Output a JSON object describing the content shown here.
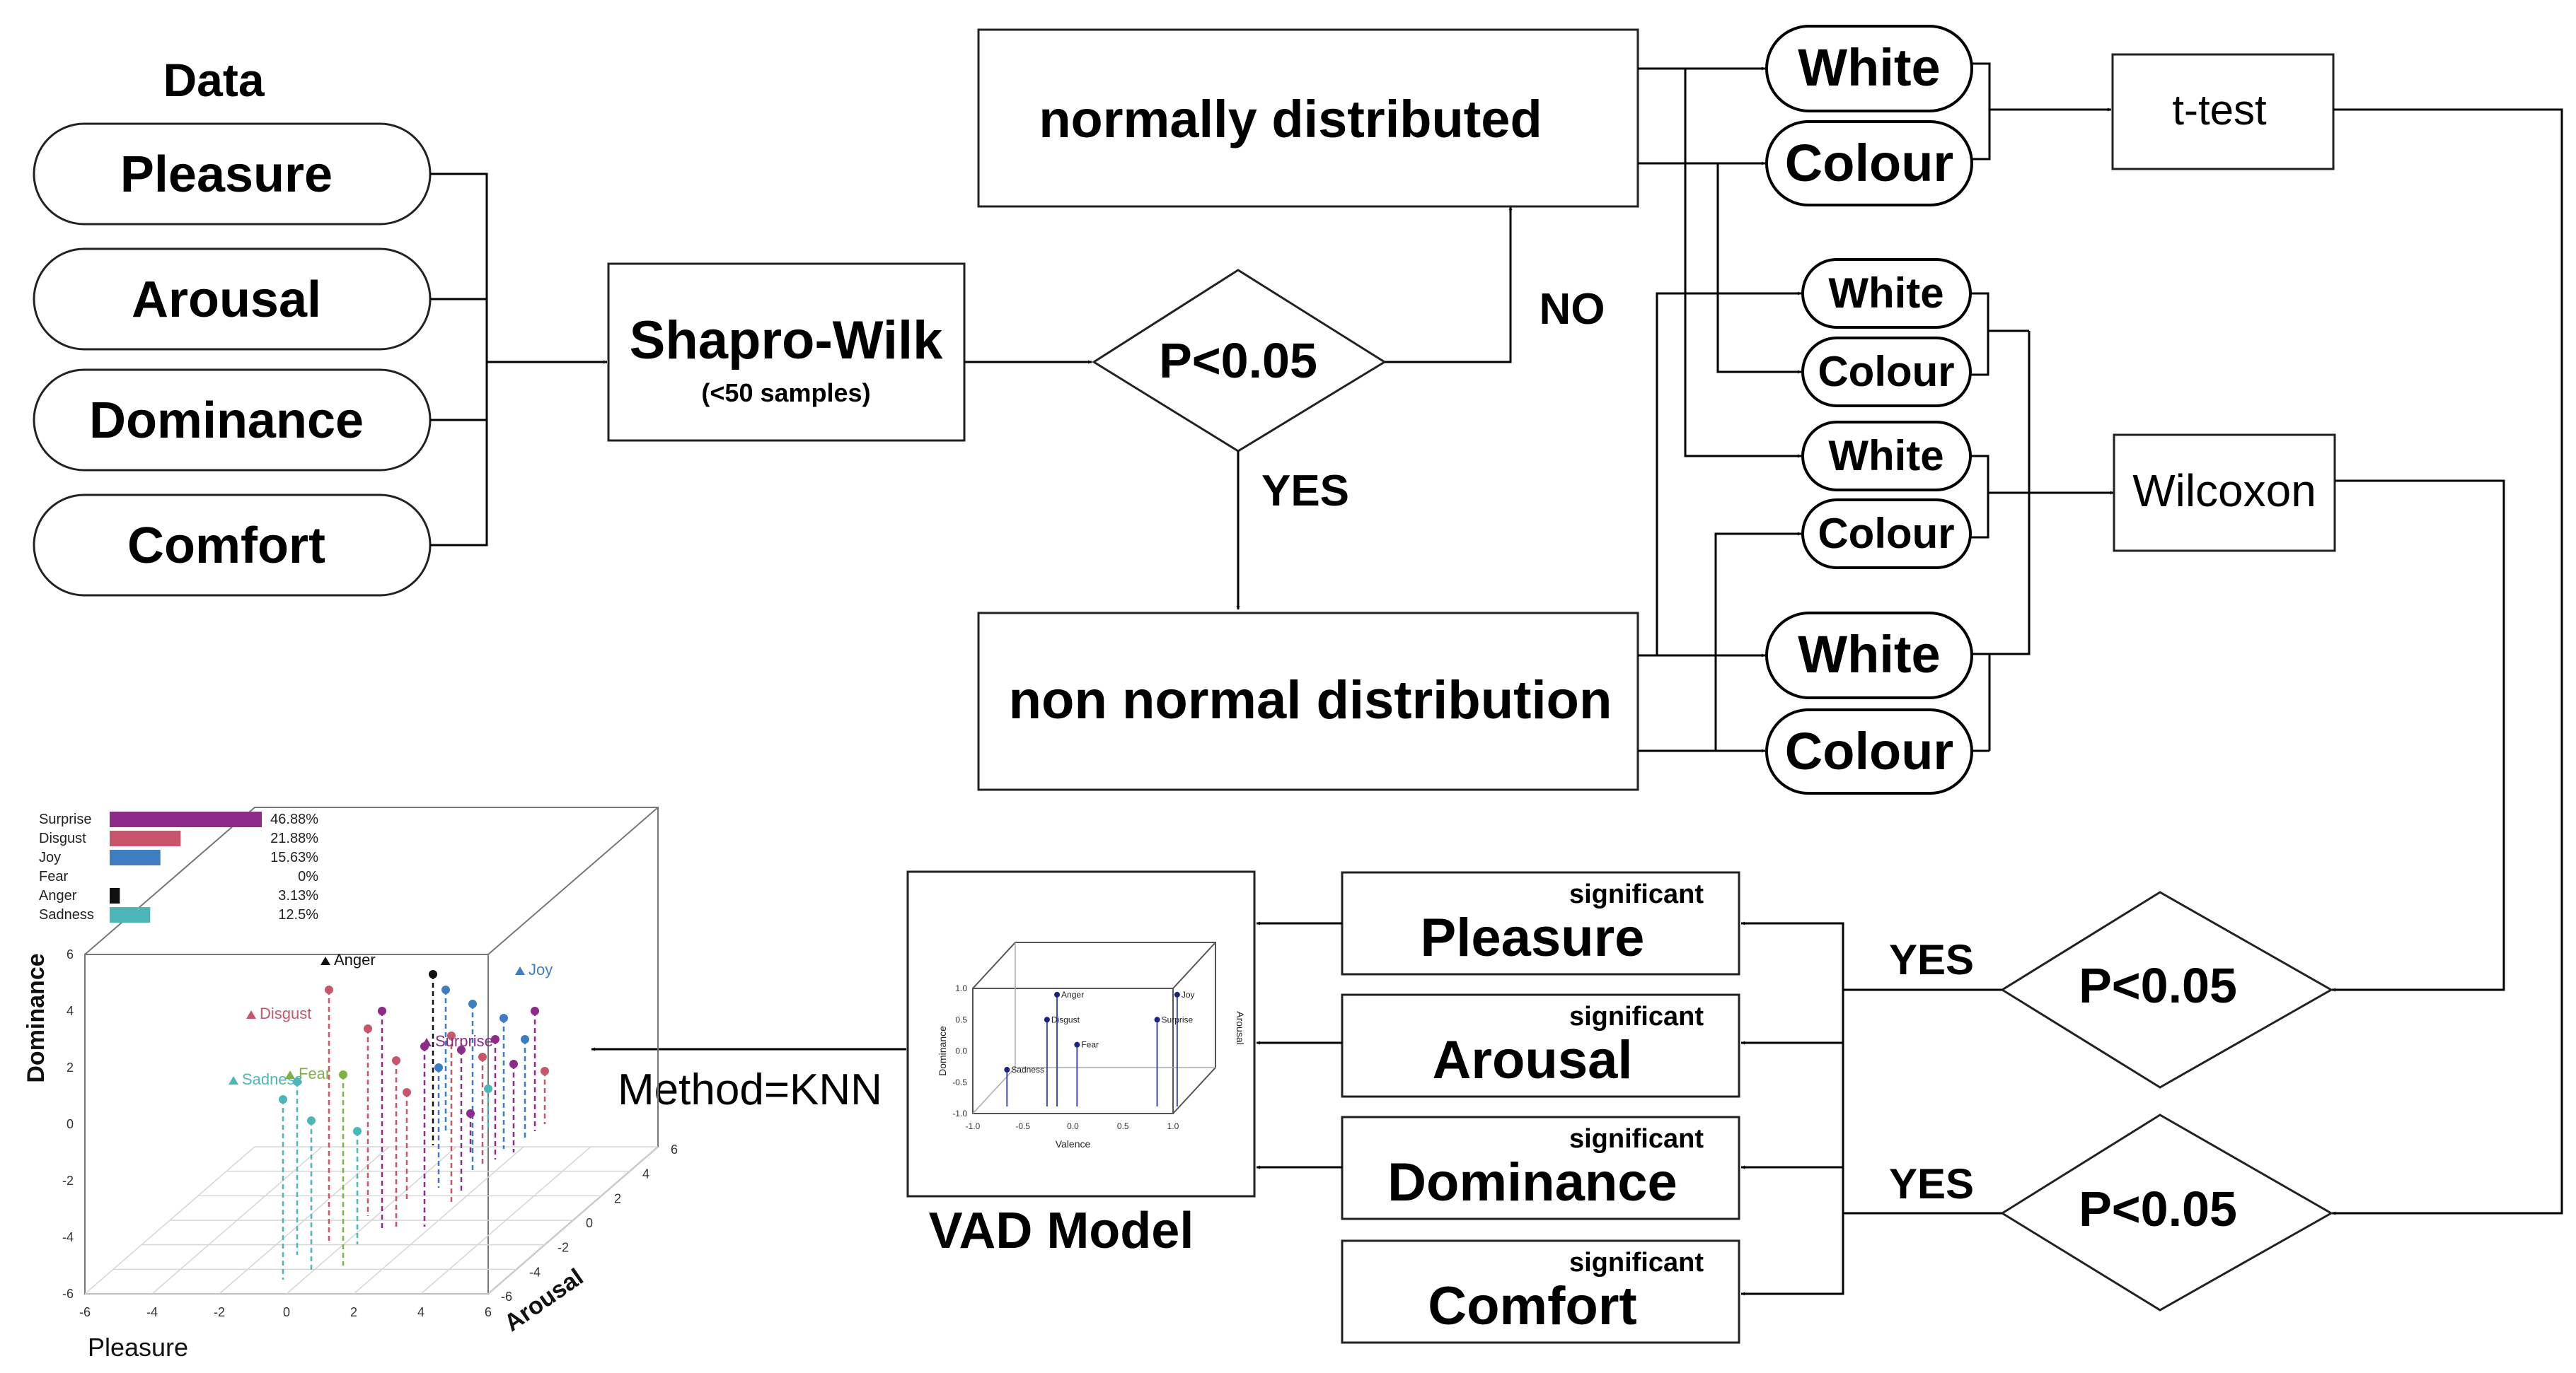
{
  "data_header": "Data",
  "variables": [
    "Pleasure",
    "Arousal",
    "Dominance",
    "Comfort"
  ],
  "test_box": {
    "title": "Shapro-Wilk",
    "subtitle": "(<50 samples)"
  },
  "decision_main": "P<0.05",
  "labels": {
    "no": "NO",
    "yes": "YES",
    "yes_sig_1": "YES",
    "yes_sig_2": "YES"
  },
  "normal_box": "normally distributed",
  "nonnormal_box": "non normal distribution",
  "groups": [
    "White",
    "Colour",
    "White",
    "Colour",
    "White",
    "Colour",
    "White",
    "Colour"
  ],
  "ttest": "t-test",
  "wilcoxon": "Wilcoxon",
  "decision_sig_1": "P<0.05",
  "decision_sig_2": "P<0.05",
  "significant_tag": "significant",
  "significant_vars": [
    "Pleasure",
    "Arousal",
    "Dominance",
    "Comfort"
  ],
  "vad_model": "VAD Model",
  "vad_inset": {
    "xlabel": "Valence",
    "ylabel": "Dominance",
    "zlabel": "Arousal",
    "ticks": [
      "-1.0",
      "-0.5",
      "0.0",
      "0.5",
      "1.0"
    ],
    "points": [
      {
        "label": "Anger",
        "x": -0.3,
        "y": 0.9
      },
      {
        "label": "Disgust",
        "x": -0.4,
        "y": 0.5
      },
      {
        "label": "Fear",
        "x": -0.1,
        "y": 0.1
      },
      {
        "label": "Sadness",
        "x": -0.8,
        "y": -0.3
      },
      {
        "label": "Joy",
        "x": 0.9,
        "y": 0.9
      },
      {
        "label": "Surprise",
        "x": 0.7,
        "y": 0.5
      }
    ]
  },
  "method": "Method=KNN",
  "result_plot": {
    "bar_chart": [
      {
        "label": "Surprise",
        "value": 46.88,
        "display": "46.88%",
        "color": "#8e2a8a"
      },
      {
        "label": "Disgust",
        "value": 21.88,
        "display": "21.88%",
        "color": "#c8566b"
      },
      {
        "label": "Joy",
        "value": 15.63,
        "display": "15.63%",
        "color": "#3e7dbf"
      },
      {
        "label": "Fear",
        "value": 0,
        "display": "0%",
        "color": "#7cb342"
      },
      {
        "label": "Anger",
        "value": 3.13,
        "display": "3.13%",
        "color": "#111111"
      },
      {
        "label": "Sadness",
        "value": 12.5,
        "display": "12.5%",
        "color": "#4db6b6"
      }
    ],
    "xlabel": "Pleasure",
    "ylabel": "Dominance",
    "zlabel": "Arousal",
    "x_ticks": [
      "-6",
      "-4",
      "-2",
      "0",
      "2",
      "4",
      "6"
    ],
    "y_ticks": [
      "-6",
      "-4",
      "-2",
      "0",
      "2",
      "4",
      "6"
    ],
    "z_ticks": [
      "-6",
      "-4",
      "-2",
      "0",
      "2",
      "4",
      "6"
    ],
    "emotion_labels": [
      {
        "label": "Anger",
        "color": "#111111"
      },
      {
        "label": "Joy",
        "color": "#3e7dbf"
      },
      {
        "label": "Disgust",
        "color": "#c8566b"
      },
      {
        "label": "Surprise",
        "color": "#8e2a8a"
      },
      {
        "label": "Sadness",
        "color": "#4db6b6"
      },
      {
        "label": "Fear",
        "color": "#7cb342"
      }
    ]
  }
}
